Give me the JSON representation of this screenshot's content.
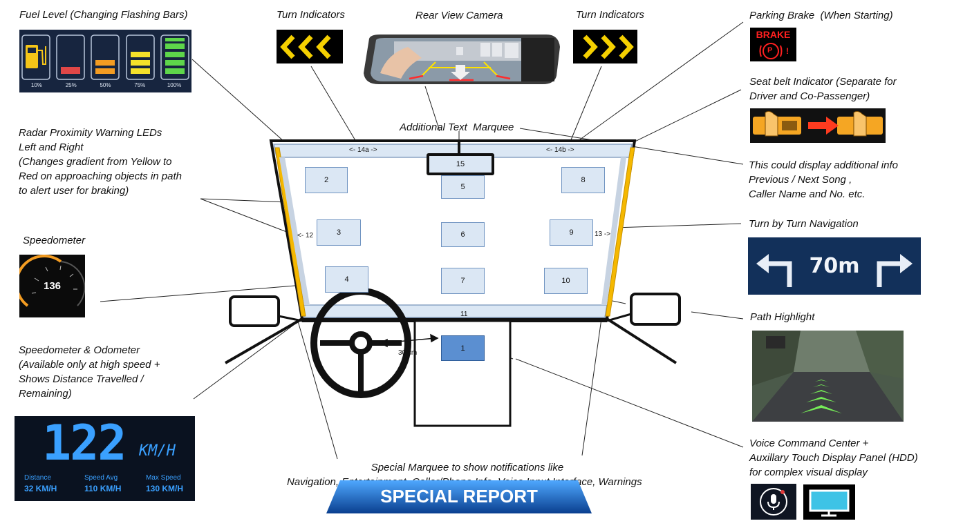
{
  "labels": {
    "fuel": "Fuel Level (Changing Flashing Bars)",
    "turn_left": "Turn Indicators",
    "rear_cam": "Rear View Camera",
    "turn_right": "Turn Indicators",
    "parking": "Parking Brake  (When Starting)",
    "seatbelt": "Seat belt Indicator (Separate for\nDriver and Co-Passenger)",
    "radar": "Radar Proximity Warning LEDs\nLeft and Right\n(Changes gradient from Yellow to\nRed on approaching objects in path\nto alert user for braking)",
    "marquee": "Additional Text  Marquee",
    "extra_info": "This could display additional info\nPrevious / Next Song ,\nCaller Name and No. etc.",
    "tbt": "Turn by Turn Navigation",
    "speedo": "Speedometer",
    "path": "Path Highlight",
    "speed_odo": "Speedometer & Odometer\n(Available only at high speed +\nShows Distance Travelled /\nRemaining)",
    "special": "Special Marquee to show notifications like\nNavigation, Entertainment, Caller/Phone Info, Voice Input Interface, Warnings",
    "voice": "Voice Command Center +\nAuxillary Touch Display Panel (HDD)\nfor complex visual display"
  },
  "zones": {
    "z1": "1",
    "z2": "2",
    "z3": "3",
    "z4": "4",
    "z5": "5",
    "z6": "6",
    "z7": "7",
    "z8": "8",
    "z9": "9",
    "z10": "10",
    "z11": "11",
    "z15": "15",
    "z14a": "<- 14a ->",
    "z14b": "<- 14b ->",
    "z12": "<- 12",
    "z13": "13 ->",
    "distance": "30 cm"
  },
  "fuel_levels": [
    "10%",
    "25%",
    "50%",
    "75%",
    "100%"
  ],
  "brake": {
    "text": "BRAKE",
    "p": "P",
    "bang": "!"
  },
  "speedometer": {
    "value": "136"
  },
  "tbt_panel": {
    "distance": "70m"
  },
  "hud": {
    "speed": "122",
    "unit": "KM/H",
    "stats": [
      {
        "label": "Distance",
        "value": "32 KM/H"
      },
      {
        "label": "Speed Avg",
        "value": "110 KM/H"
      },
      {
        "label": "Max Speed",
        "value": "130 KM/H"
      }
    ]
  },
  "special_report": "SPECIAL REPORT",
  "colors": {
    "zone_fill": "#dbe7f4",
    "zone_border": "#6f93c1",
    "accent_yellow": "#f5b800",
    "hud_blue": "#3aa0ff"
  }
}
